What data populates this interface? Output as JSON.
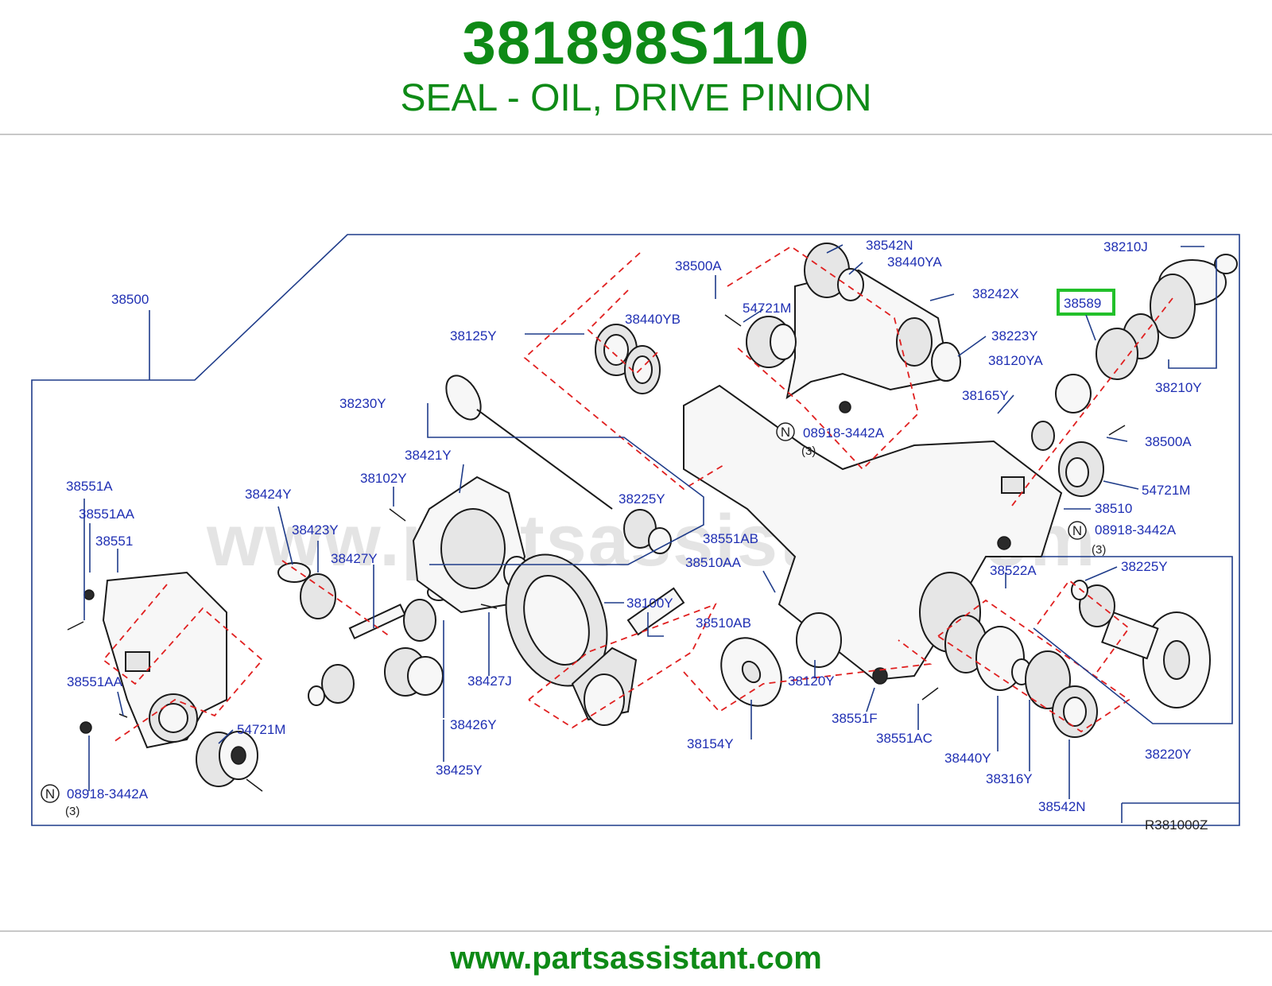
{
  "header": {
    "part_number": "381898S110",
    "description": "SEAL - OIL, DRIVE PINION"
  },
  "watermark": "www.partsassistant.com",
  "footer": {
    "url": "www.partsassistant.com"
  },
  "diagram": {
    "reference_code": "R381000Z",
    "highlight_color": "#22c02a",
    "label_color": "#1f2fb3",
    "labels": {
      "p38500": "38500",
      "p38500A_top": "38500A",
      "p38542N_top": "38542N",
      "p38440YA": "38440YA",
      "p38210J": "38210J",
      "p38589": "38589",
      "p54721M_top": "54721M",
      "p38242X": "38242X",
      "p38440YB": "38440YB",
      "p38125Y": "38125Y",
      "p38223Y": "38223Y",
      "p38120YA": "38120YA",
      "p38210Y": "38210Y",
      "p38165Y": "38165Y",
      "p38230Y": "38230Y",
      "p08918_top": "08918-3442A",
      "p38500A_right": "38500A",
      "p38421Y": "38421Y",
      "p38102Y": "38102Y",
      "p54721M_right": "54721M",
      "p38551A": "38551A",
      "p38424Y": "38424Y",
      "p38225Y_mid": "38225Y",
      "p38510": "38510",
      "p38551AA_top": "38551AA",
      "p38423Y": "38423Y",
      "p08918_right": "08918-3442A",
      "p38551": "38551",
      "p38551AB": "38551AB",
      "p38427Y": "38427Y",
      "p38510AA": "38510AA",
      "p38522A": "38522A",
      "p38225Y_right": "38225Y",
      "p38100Y": "38100Y",
      "p38510AB": "38510AB",
      "p38427J": "38427J",
      "p38120Y": "38120Y",
      "p38551AA_bottom": "38551AA",
      "p38551F": "38551F",
      "p38426Y": "38426Y",
      "p54721M_left": "54721M",
      "p38551AC": "38551AC",
      "p38154Y": "38154Y",
      "p38220Y": "38220Y",
      "p38440Y": "38440Y",
      "p38425Y": "38425Y",
      "p38316Y": "38316Y",
      "p08918_left": "08918-3442A",
      "p38542N_bottom": "38542N"
    },
    "notes": {
      "n_symbol": "N",
      "qty_top": "(3)",
      "qty_right": "(3)",
      "qty_left": "(3)"
    }
  }
}
